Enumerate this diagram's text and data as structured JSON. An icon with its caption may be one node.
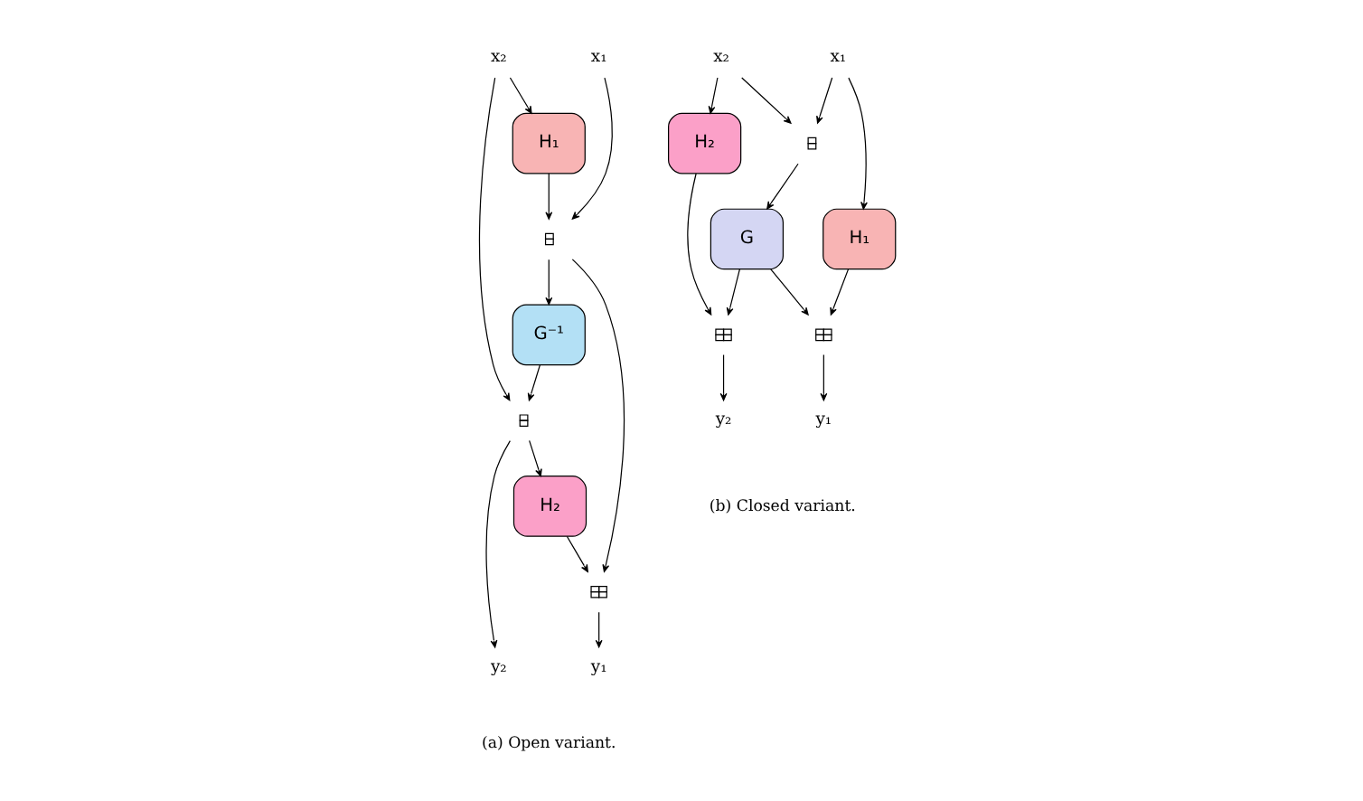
{
  "diagram": {
    "nodes": [
      {
        "text": [
          "x₁"
        ]
      },
      {
        "text": [
          "x₂"
        ]
      },
      {
        "text": [],
        "shape": "box"
      },
      {
        "text": [
          "H₁"
        ]
      },
      {
        "text": [
          "G⁻¹"
        ]
      },
      {
        "text": [],
        "shape": "box"
      },
      {
        "text": [],
        "shape": "box"
      },
      {
        "text": [
          "H₂"
        ]
      },
      {
        "text": [
          "y₁"
        ]
      },
      {
        "text": [
          "y₂"
        ]
      },
      {
        "text": [
          "x₁"
        ]
      },
      {
        "text": [
          "x₂"
        ]
      },
      {
        "text": [],
        "shape": "box"
      },
      {
        "text": [
          "H₁"
        ]
      },
      {
        "text": [
          "G"
        ]
      },
      {
        "text": [
          "H₂"
        ]
      },
      {
        "text": [],
        "shape": "box"
      },
      {
        "text": [],
        "shape": "box"
      },
      {
        "text": [
          "y₁"
        ]
      },
      {
        "text": [
          "y₂"
        ]
      }
    ],
    "edges": [
      {
        "from": 0,
        "to": 2,
        "arrow": "to"
      },
      {
        "from": 1,
        "to": 3,
        "arrow": "to"
      },
      {
        "from": 1,
        "to": 5,
        "arrow": "to"
      },
      {
        "from": 3,
        "to": 2,
        "arrow": "to"
      },
      {
        "from": 2,
        "to": 4,
        "arrow": "to"
      },
      {
        "from": 4,
        "to": 5,
        "arrow": "to"
      },
      {
        "from": 2,
        "to": 6,
        "arrow": "to"
      },
      {
        "from": 5,
        "to": 7,
        "arrow": "to"
      },
      {
        "from": 7,
        "to": 6,
        "arrow": "to"
      },
      {
        "from": 6,
        "to": 8,
        "arrow": "to"
      },
      {
        "from": 5,
        "to": 9,
        "arrow": "to"
      },
      {
        "from": 10,
        "to": 12,
        "arrow": "to"
      },
      {
        "from": 11,
        "to": 12,
        "arrow": "to"
      },
      {
        "from": 10,
        "to": 13,
        "arrow": "to"
      },
      {
        "from": 12,
        "to": 14,
        "arrow": "to"
      },
      {
        "from": 11,
        "to": 15,
        "arrow": "to"
      },
      {
        "from": 13,
        "to": 16,
        "arrow": "to"
      },
      {
        "from": 14,
        "to": 16,
        "arrow": "to"
      },
      {
        "from": 14,
        "to": 17,
        "arrow": "to"
      },
      {
        "from": 15,
        "to": 17,
        "arrow": "to"
      },
      {
        "from": 16,
        "to": 18,
        "arrow": "to"
      },
      {
        "from": 17,
        "to": 19,
        "arrow": "to"
      }
    ],
    "labels": [
      "(a) Open variant.",
      "(b) Closed variant."
    ]
  }
}
